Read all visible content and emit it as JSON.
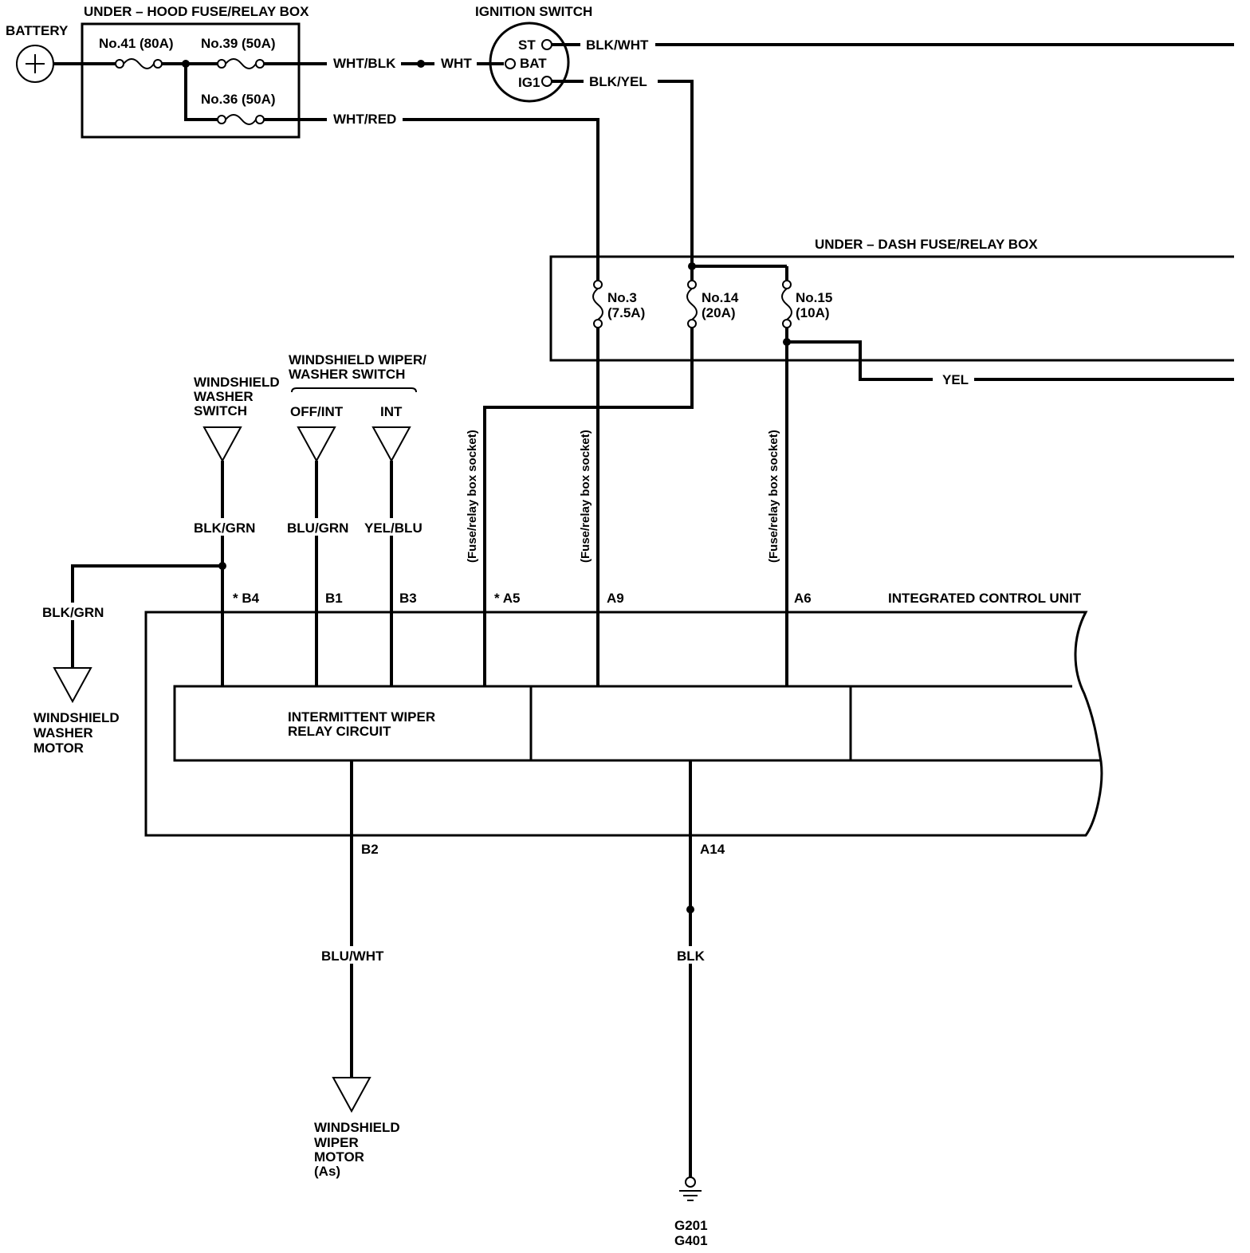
{
  "boxes": {
    "under_hood": "UNDER – HOOD FUSE/RELAY BOX",
    "ignition_switch": "IGNITION SWITCH",
    "under_dash": "UNDER – DASH FUSE/RELAY BOX",
    "icu": "INTEGRATED CONTROL UNIT",
    "relay_circuit": [
      "INTERMITTENT WIPER",
      "RELAY CIRCUIT"
    ]
  },
  "battery": {
    "label": "BATTERY",
    "symbol": "+"
  },
  "fuses": {
    "f41": "No.41 (80A)",
    "f39": "No.39 (50A)",
    "f36": "No.36 (50A)",
    "f3": [
      "No.3",
      "(7.5A)"
    ],
    "f14": [
      "No.14",
      "(20A)"
    ],
    "f15": [
      "No.15",
      "(10A)"
    ]
  },
  "ignition": {
    "st": "ST",
    "bat": "BAT",
    "ig1": "IG1"
  },
  "wires": {
    "wht_blk": "WHT/BLK",
    "wht": "WHT",
    "wht_red": "WHT/RED",
    "blk_wht": "BLK/WHT",
    "blk_yel": "BLK/YEL",
    "yel": "YEL",
    "blk_grn_1": "BLK/GRN",
    "blk_grn_2": "BLK/GRN",
    "blu_grn": "BLU/GRN",
    "yel_blu": "YEL/BLU",
    "blu_wht": "BLU/WHT",
    "blk": "BLK"
  },
  "socket_label": "(Fuse/relay box socket)",
  "switches": {
    "washer_switch": [
      "WINDSHIELD",
      "WASHER",
      "SWITCH"
    ],
    "wiper_washer_switch": [
      "WINDSHIELD WIPER/",
      "WASHER SWITCH"
    ],
    "off_int": "OFF/INT",
    "int": "INT"
  },
  "terminals": {
    "b4": "* B4",
    "b1": "B1",
    "b3": "B3",
    "a5": "* A5",
    "a9": "A9",
    "a6": "A6",
    "b2": "B2",
    "a14": "A14"
  },
  "components": {
    "washer_motor": [
      "WINDSHIELD",
      "WASHER",
      "MOTOR"
    ],
    "wiper_motor": [
      "WINDSHIELD",
      "WIPER",
      "MOTOR",
      "(As)"
    ]
  },
  "ground": [
    "G201",
    "G401"
  ]
}
